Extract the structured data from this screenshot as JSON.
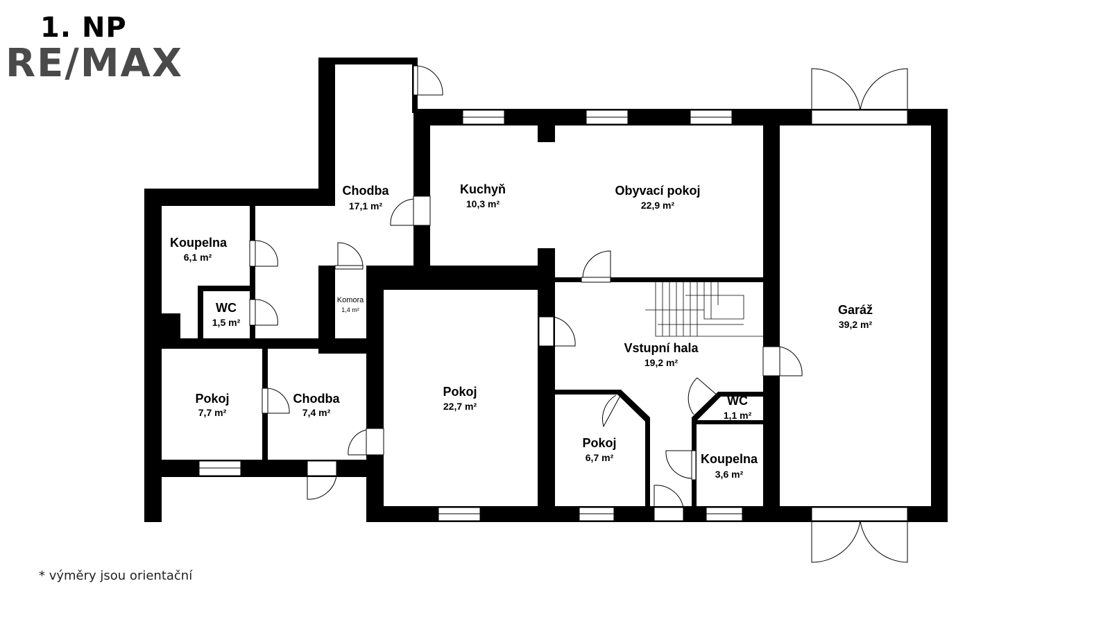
{
  "header": {
    "floor_title": "1. NP",
    "logo_text": "RE/MAX"
  },
  "footnote": "*  výměry jsou orientační",
  "rooms": {
    "chodba_upper": {
      "name": "Chodba",
      "area": "17,1 m²"
    },
    "koupelna_left": {
      "name": "Koupelna",
      "area": "6,1 m²"
    },
    "wc_left": {
      "name": "WC",
      "area": "1,5 m²"
    },
    "komora": {
      "name": "Komora",
      "area": "1,4 m²"
    },
    "pokoj_small_left": {
      "name": "Pokoj",
      "area": "7,7 m²"
    },
    "chodba_lower": {
      "name": "Chodba",
      "area": "7,4 m²"
    },
    "kuchyn": {
      "name": "Kuchyň",
      "area": "10,3 m²"
    },
    "obyvaci": {
      "name": "Obyvací pokoj",
      "area": "22,9 m²"
    },
    "pokoj_big": {
      "name": "Pokoj",
      "area": "22,7 m²"
    },
    "vstupni_hala": {
      "name": "Vstupní hala",
      "area": "19,2 m²"
    },
    "pokoj_small_right": {
      "name": "Pokoj",
      "area": "6,7 m²"
    },
    "wc_right": {
      "name": "WC",
      "area": "1,1 m²"
    },
    "koupelna_right": {
      "name": "Koupelna",
      "area": "3,6 m²"
    },
    "garaz": {
      "name": "Garáž",
      "area": "39,2 m²"
    }
  }
}
